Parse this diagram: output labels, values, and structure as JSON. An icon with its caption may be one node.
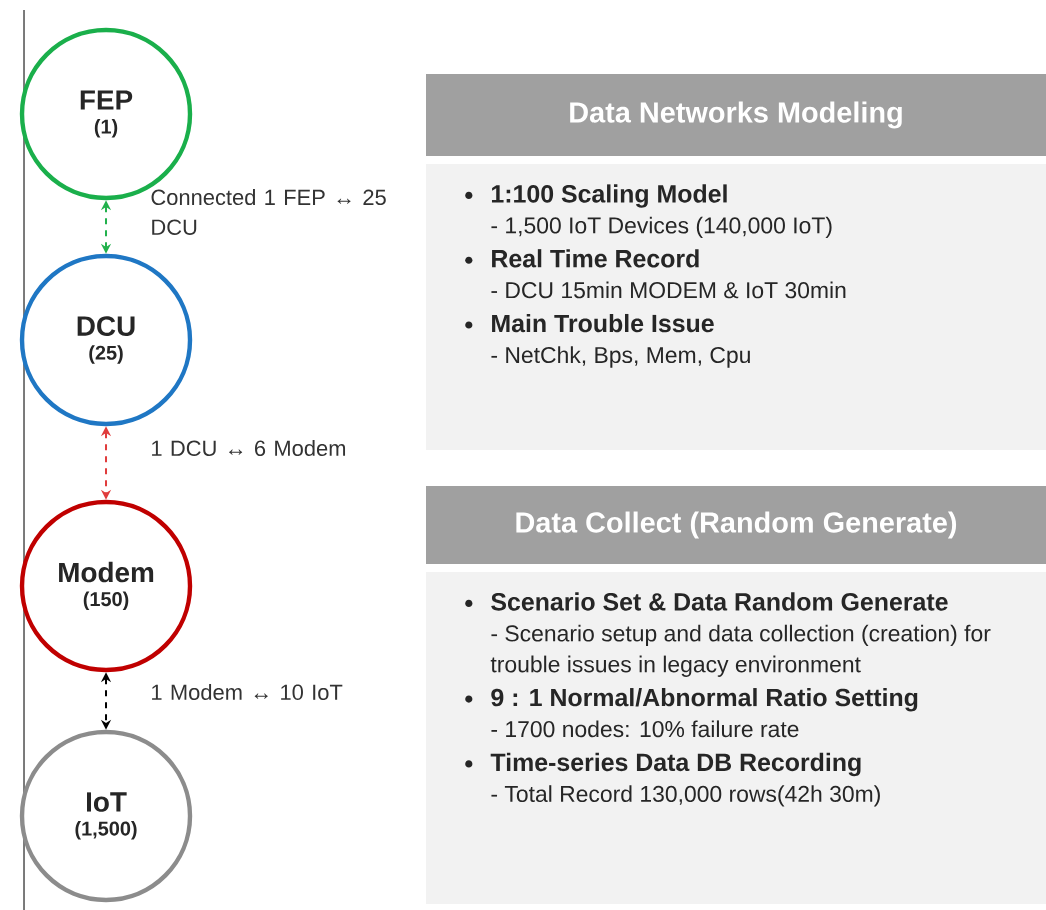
{
  "diagram": {
    "nodes": [
      {
        "text": [
          "FEP",
          "(1)"
        ]
      },
      {
        "text": [
          "DCU",
          "(25)"
        ]
      },
      {
        "text": [
          "Modem",
          "(150)"
        ]
      },
      {
        "text": [
          "IoT",
          "(1,500)"
        ]
      },
      {
        "text": [
          "Data Networks Modeling"
        ]
      },
      {
        "text": [
          "1:100 Scaling Model",
          "- 1,500 IoT Devices (140,000 IoT)",
          "Real Time Record",
          "- DCU 15min MODEM & IoT 30min",
          "Main Trouble Issue",
          "- NetChk, Bps, Mem, Cpu"
        ]
      },
      {
        "text": [
          "Data Collect (Random Generate)"
        ]
      },
      {
        "text": [
          "Scenario Set & Data Random Generate",
          "- Scenario setup and data collection (creation) for trouble issues in legacy environment",
          "9 : 1 Normal/Abnormal Ratio Setting",
          "- 1700 nodes: 10% failure rate",
          "Time-series Data DB Recording",
          "- Total Record 130,000 rows(42h 30m)"
        ]
      }
    ],
    "edges": [
      {
        "from": 0,
        "to": 1,
        "arrow": "both",
        "style": "dashed",
        "color": "#22b14c",
        "label": "Connected 1 FEP ↔ 25 DCU"
      },
      {
        "from": 1,
        "to": 2,
        "arrow": "both",
        "style": "dashed",
        "color": "#e03c3c",
        "label": "1 DCU ↔ 6 Modem"
      },
      {
        "from": 2,
        "to": 3,
        "arrow": "both",
        "style": "dashed",
        "color": "#000000",
        "label": "1 Modem ↔ 10 IoT"
      }
    ]
  }
}
